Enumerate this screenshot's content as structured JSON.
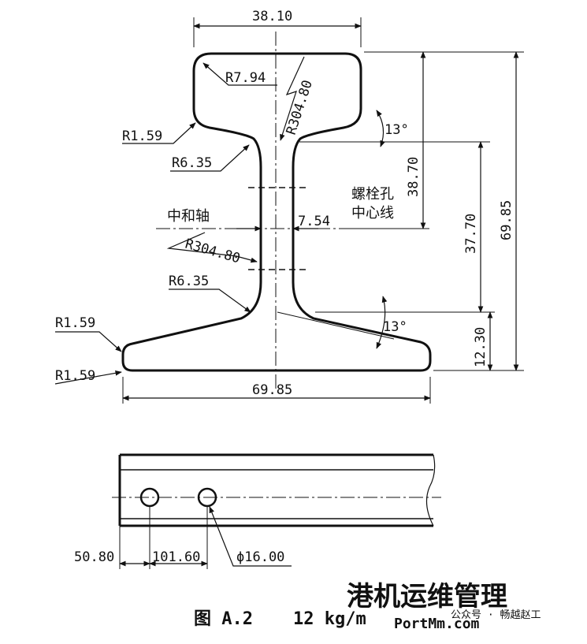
{
  "figure": {
    "caption_id": "图 A.2",
    "caption_weight": "12 kg/m"
  },
  "profile": {
    "dims": {
      "head_width": "38.10",
      "base_width": "69.85",
      "total_height": "69.85",
      "head_to_bolt": "38.70",
      "bolt_to_base": "37.70",
      "base_thickness": "12.30",
      "web_thickness": "7.54"
    },
    "radii": {
      "head_corner": "R7.94",
      "head_under_left": "R1.59",
      "web_top_fillet": "R6.35",
      "web_bottom_fillet": "R6.35",
      "base_top_edge": "R1.59",
      "base_bottom_edge": "R1.59",
      "web_upper_arc": "R304.80",
      "web_lower_arc": "R304.80"
    },
    "angles": {
      "head_slope": "13°",
      "base_slope": "13°"
    },
    "labels": {
      "neutral_axis": "中和轴",
      "bolt_hole_line_1": "螺栓孔",
      "bolt_hole_line_2": "中心线"
    }
  },
  "side_view": {
    "end_to_first_hole": "50.80",
    "hole_spacing": "101.60",
    "hole_diameter": "ϕ16.00"
  },
  "watermark": {
    "brand": "港机运维管理",
    "brand_url": "PortMm.com",
    "wechat": "公众号 · 畅越赵工"
  },
  "colors": {
    "line": "#111111",
    "background": "#ffffff"
  }
}
